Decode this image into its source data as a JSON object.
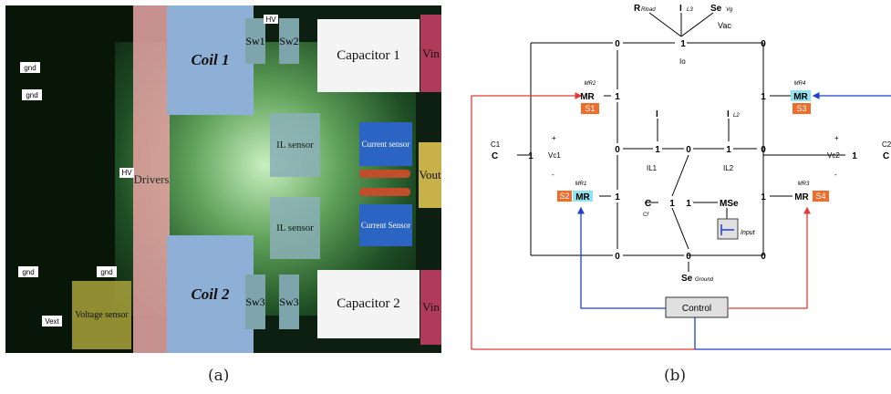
{
  "panel_a": {
    "caption": "(a)",
    "labels": {
      "drivers": "Drivers",
      "coil1": "Coil 1",
      "coil2": "Coil 2",
      "sw1": "Sw1",
      "sw2": "Sw2",
      "sw3a": "Sw3",
      "sw3b": "Sw3",
      "cap1": "Capacitor 1",
      "cap2": "Capacitor 2",
      "vin_top": "Vin",
      "vin_bottom": "Vin",
      "vout": "Vout",
      "il_sensor_top": "IL sensor",
      "il_sensor_bottom": "IL sensor",
      "current_sensor_top": "Current sensor",
      "current_sensor_bottom": "Current Sensor",
      "voltage_sensor": "Voltage sensor",
      "gnd": "gnd",
      "hv": "HV",
      "vext": "Vext"
    }
  },
  "panel_b": {
    "caption": "(b)",
    "nodes": {
      "top_source_R": "R",
      "top_source_R_sub": "Rload",
      "top_I": "I",
      "top_I_sub": "L3",
      "top_Se": "Se",
      "top_Se_sub": "Vg",
      "vac": "Vac",
      "io": "Io",
      "mr2": "MR2",
      "mr4": "MR4",
      "mr1": "MR1",
      "mr3": "MR3",
      "mr": "MR",
      "s1": "S1",
      "s2": "S2",
      "s3": "S3",
      "s4": "S4",
      "c1": "C1",
      "c2": "C2",
      "c": "C",
      "vc1": "Vc1",
      "vc2": "Vc2",
      "plus": "+",
      "minus": "-",
      "il1": "IL1",
      "il2": "IL2",
      "i": "I",
      "i_sub": "L2",
      "cf_c": "C",
      "cf_sub": "Cf",
      "mse": "MSe",
      "input": "Input",
      "se_ground": "Se",
      "se_ground_sub": "Ground",
      "control": "Control",
      "zero": "0",
      "one": "1"
    },
    "colors": {
      "red": "#e53935",
      "blue": "#1e3fd1",
      "switch": "#ef6c2a",
      "mr_fill": "#8ee3f0"
    }
  }
}
